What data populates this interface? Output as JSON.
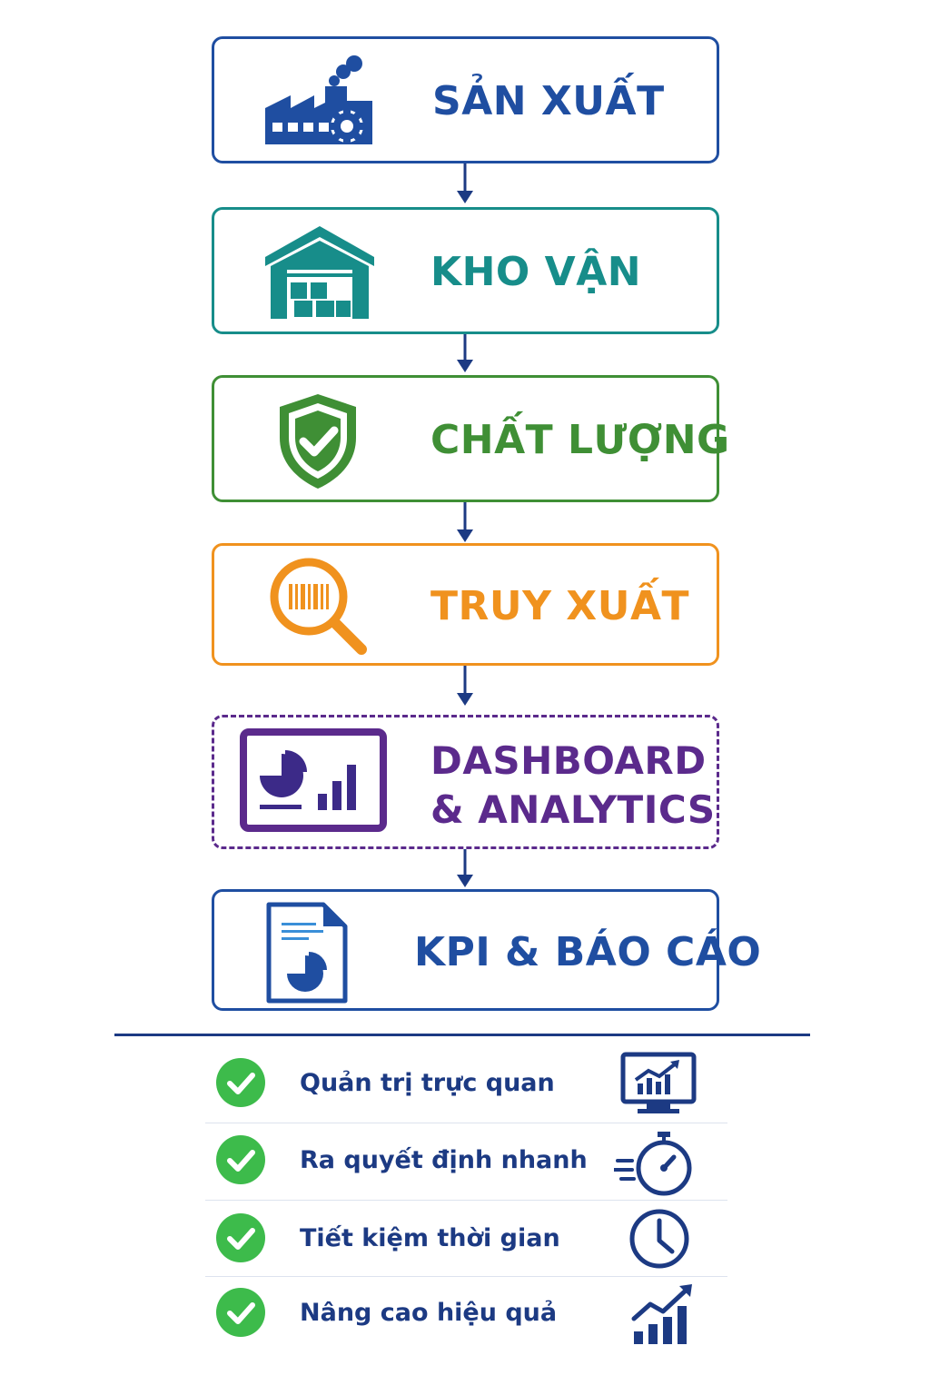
{
  "stages": [
    {
      "id": "san-xuat",
      "label": "SẢN XUẤT",
      "icon": "factory-icon",
      "color": "#1f4ea1"
    },
    {
      "id": "kho-van",
      "label": "KHO VẬN",
      "icon": "warehouse-icon",
      "color": "#178d8a"
    },
    {
      "id": "chat-luong",
      "label": "CHẤT LƯỢNG",
      "icon": "shield-check-icon",
      "color": "#3f8f35"
    },
    {
      "id": "truy-xuat",
      "label": "TRUY XUẤT",
      "icon": "barcode-search-icon",
      "color": "#f0921e"
    },
    {
      "id": "dashboard",
      "label_line1": "DASHBOARD",
      "label_line2": "& ANALYTICS",
      "icon": "dashboard-chart-icon",
      "color": "#5b2a8c"
    },
    {
      "id": "kpi",
      "label": "KPI & BÁO CÁO",
      "icon": "report-document-icon",
      "color": "#1f4ea1"
    }
  ],
  "benefits": [
    {
      "text": "Quản trị trực quan",
      "icon": "monitor-chart-icon"
    },
    {
      "text": "Ra quyết định nhanh",
      "icon": "stopwatch-icon"
    },
    {
      "text": "Tiết kiệm thời gian",
      "icon": "clock-icon"
    },
    {
      "text": "Nâng cao hiệu quả",
      "icon": "growth-chart-icon"
    }
  ],
  "colors": {
    "navy": "#1c3a83",
    "check_green": "#3dbb4b",
    "separator": "#dde3ee"
  }
}
